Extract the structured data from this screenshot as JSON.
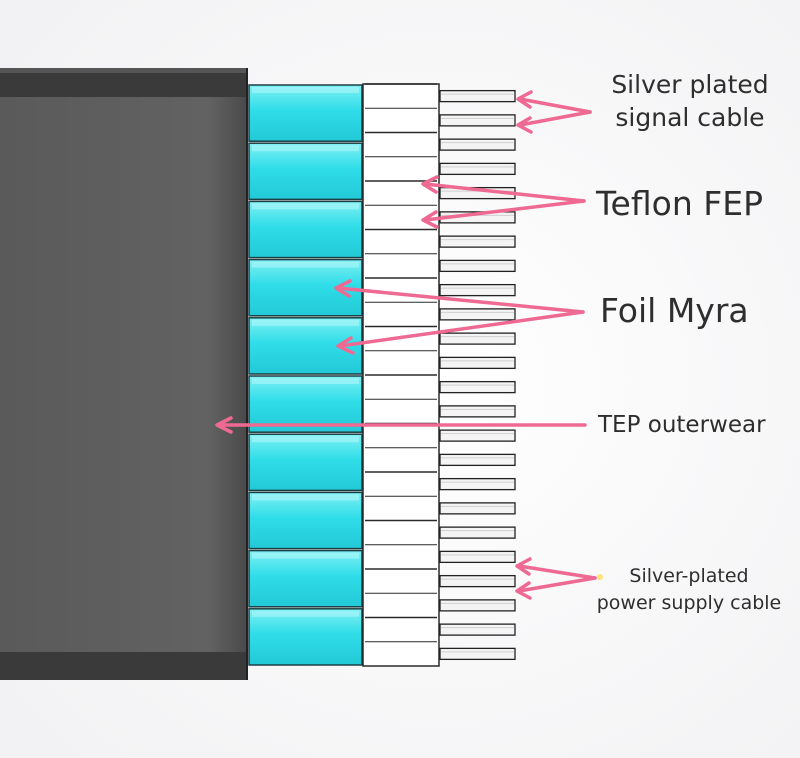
{
  "labels": {
    "signal_line1": "Silver plated",
    "signal_line2": "signal cable",
    "teflon": "Teflon FEP",
    "foil": "Foil Myra",
    "tep": "TEP outerwear",
    "power_line1": "Silver-plated",
    "power_line2": "power supply cable"
  },
  "diagram": {
    "ribbon_count": 10,
    "conductor_count": 24
  },
  "colors": {
    "jacket": "#5f5f5f",
    "jacket_edge": "#2b2b2b",
    "foil_shield": "#3ee0ea",
    "fep_insulation": "#ffffff",
    "conductor": "#f4f4f4",
    "arrow": "#ee6a92",
    "text": "#2e2e2e"
  }
}
